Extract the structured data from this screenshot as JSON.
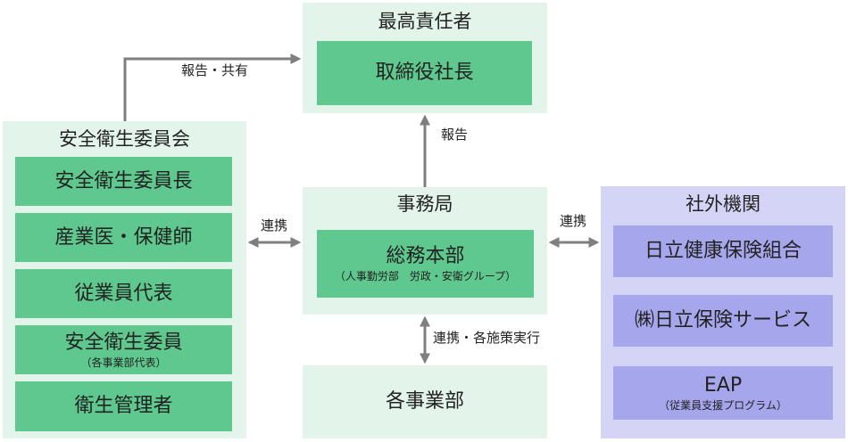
{
  "top_panel": {
    "title": "最高責任者",
    "box": "取締役社長"
  },
  "committee_panel": {
    "title": "安全衛生委員会",
    "items": [
      {
        "label": "安全衛生委員長",
        "sub": ""
      },
      {
        "label": "産業医・保健師",
        "sub": ""
      },
      {
        "label": "従業員代表",
        "sub": ""
      },
      {
        "label": "安全衛生委員",
        "sub": "（各事業部代表）"
      },
      {
        "label": "衛生管理者",
        "sub": ""
      }
    ]
  },
  "secretariat_panel": {
    "title": "事務局",
    "box": "総務本部",
    "box_sub": "（人事勤労部　労政・安衛グループ）"
  },
  "divisions_panel": {
    "box": "各事業部"
  },
  "external_panel": {
    "title": "社外機関",
    "items": [
      {
        "label": "日立健康保険組合",
        "sub": ""
      },
      {
        "label": "㈱日立保険サービス",
        "sub": ""
      },
      {
        "label": "EAP",
        "sub": "（従業員支援プログラム）"
      }
    ]
  },
  "connections": {
    "report_share": "報告・共有",
    "report": "報告",
    "liaison_left": "連携",
    "liaison_right": "連携",
    "liaison_measures": "連携・各施策実行"
  },
  "colors": {
    "panel_green": "#e3f4ea",
    "box_green": "#5ec88e",
    "panel_purple": "#d4d4f6",
    "box_purple": "#a6a6ec",
    "arrow": "#7f7f7f"
  }
}
